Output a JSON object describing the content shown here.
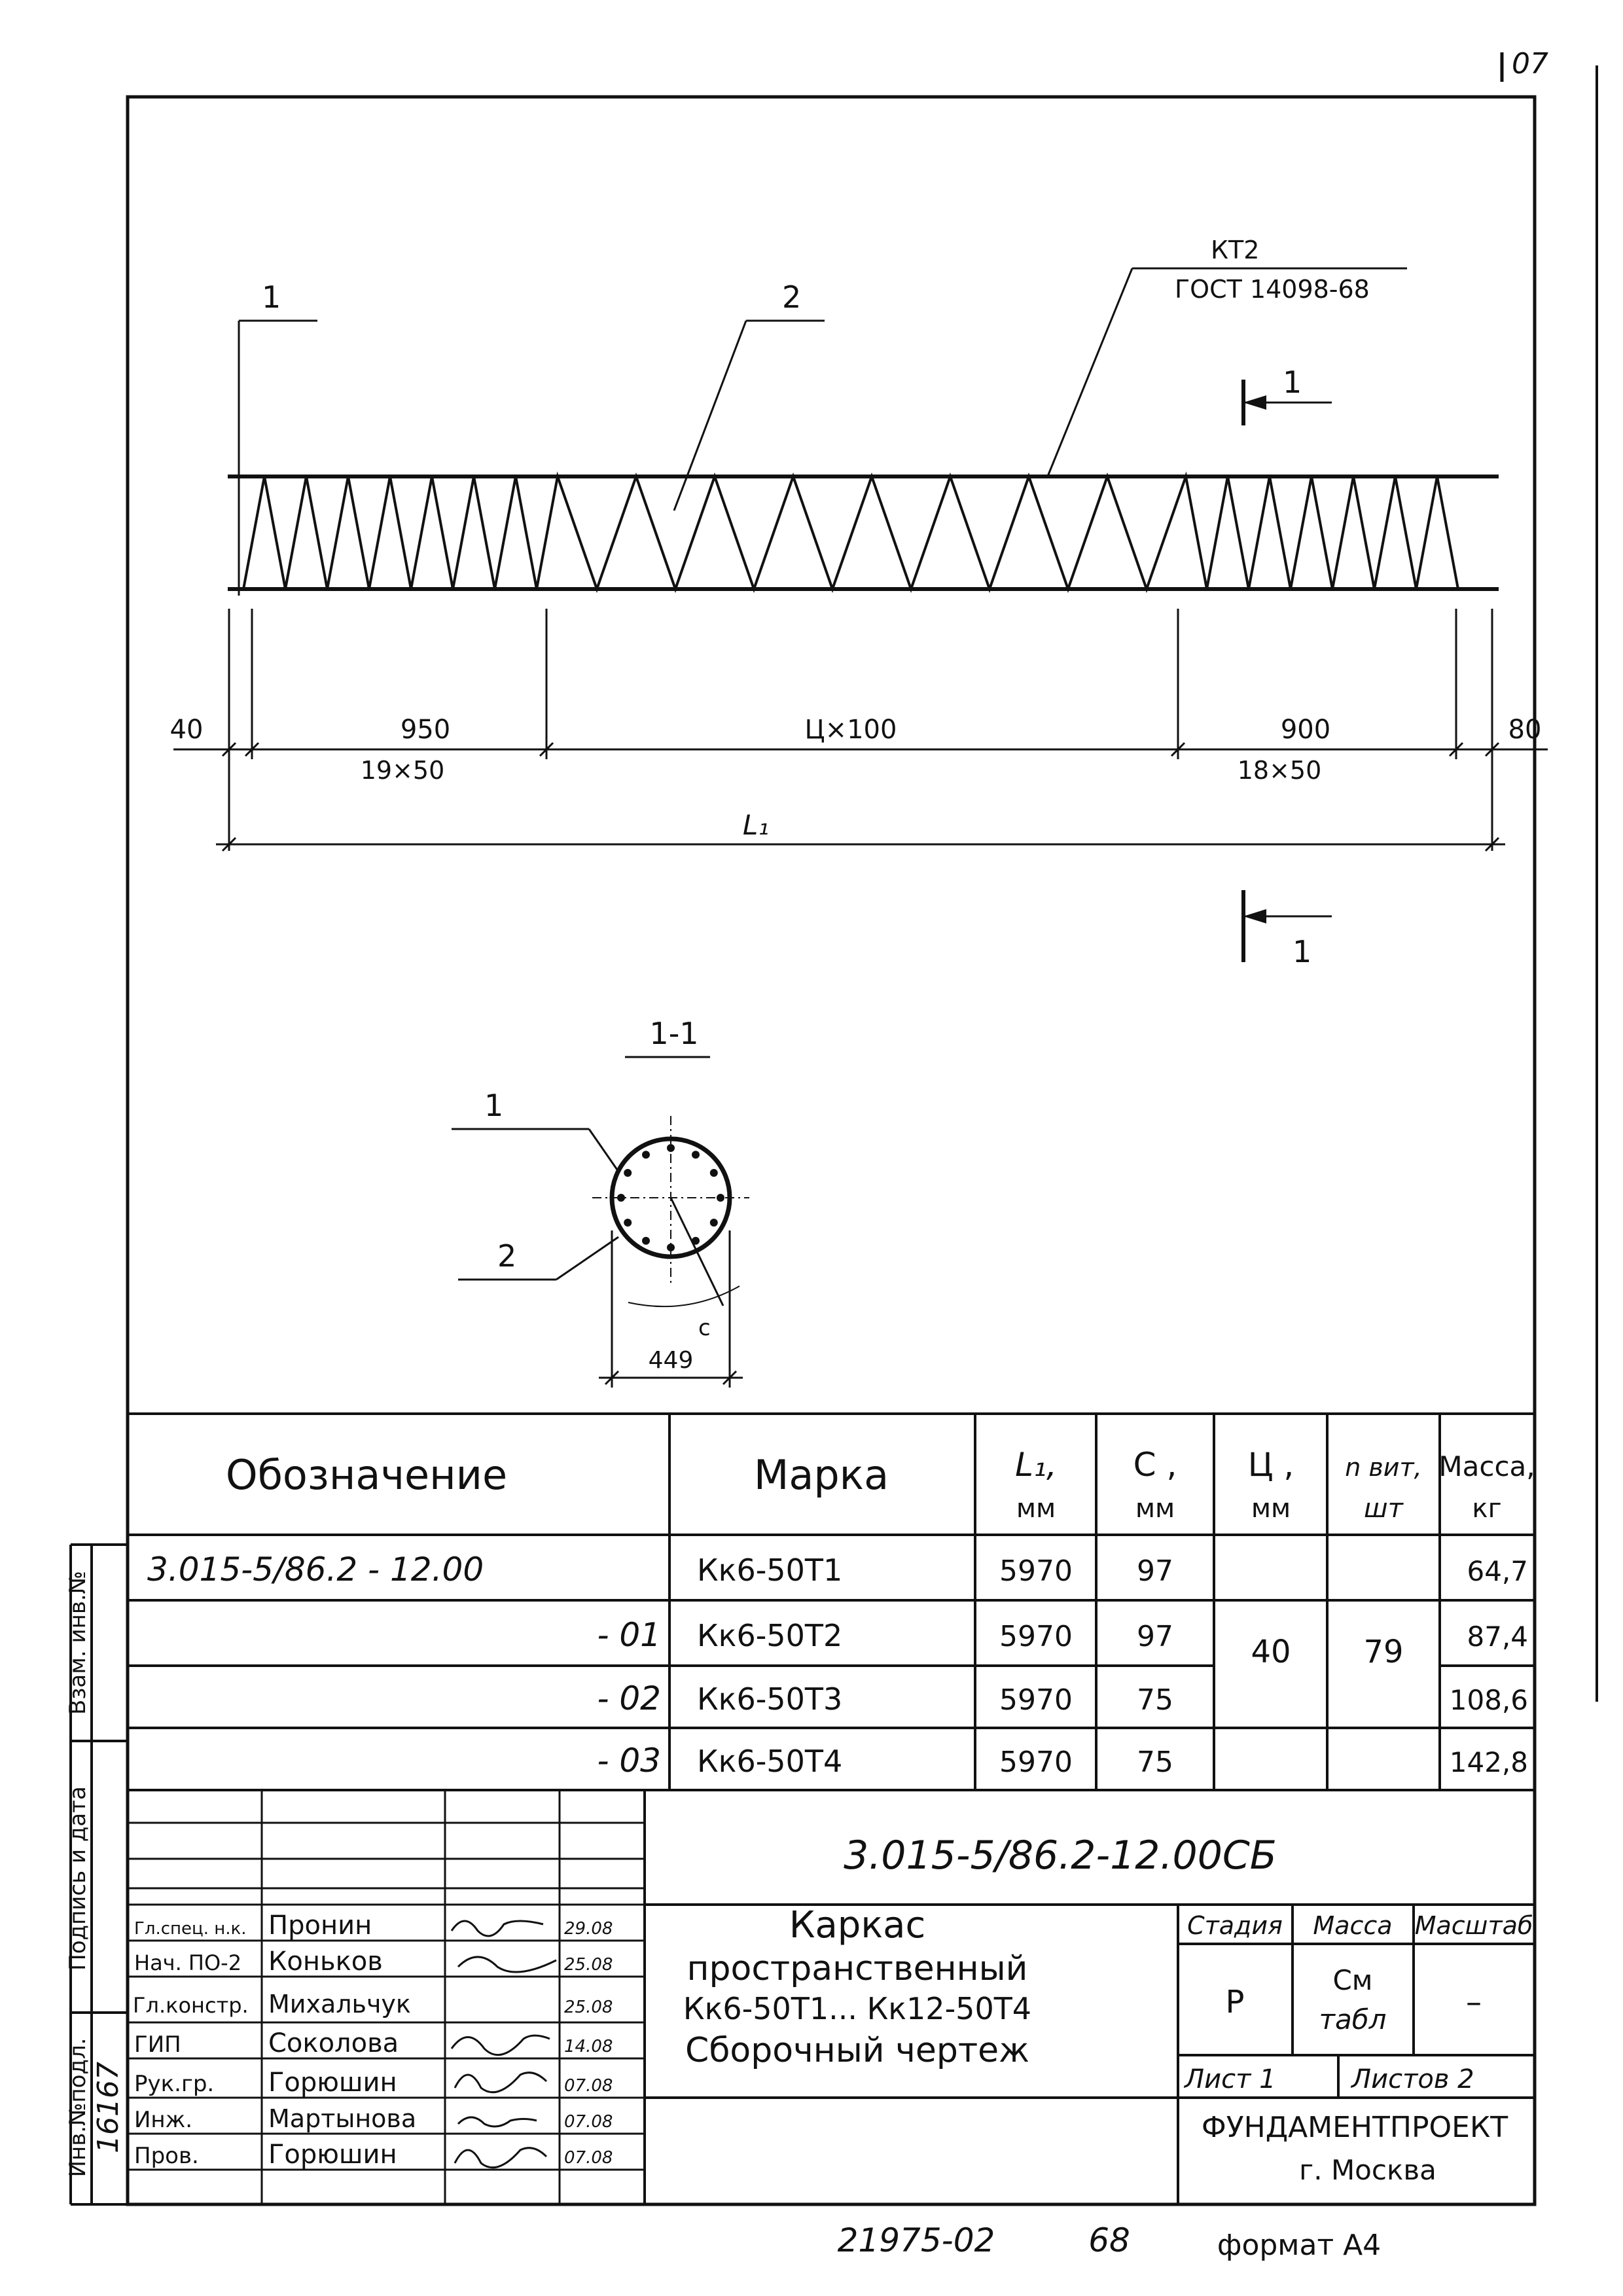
{
  "page_number": "07",
  "drawing": {
    "callout_1": "1",
    "callout_2": "2",
    "weld_label": "КТ2",
    "weld_standard": "ГОСТ 14098-68",
    "section_marker": "1",
    "dim_left_end": "40",
    "dim_left_span": "950",
    "dim_left_span_note": "19×50",
    "dim_middle": "Ц×100",
    "dim_right_span": "900",
    "dim_right_span_note": "18×50",
    "dim_right_end": "80",
    "overall_length_label": "L₁",
    "section_title": "1-1",
    "section_callout_1": "1",
    "section_callout_2": "2",
    "section_c_label": "с",
    "section_diameter": "449"
  },
  "spec_table": {
    "headers": {
      "designation": "Обозначение",
      "mark": "Марка",
      "L1": "L₁,",
      "L1_unit": "мм",
      "C": "С ,",
      "C_unit": "мм",
      "Ts": "Ц ,",
      "Ts_unit": "мм",
      "n": "n вит,",
      "n_unit": "шт",
      "mass": "Масса,",
      "mass_unit": "кг"
    },
    "rows": [
      {
        "designation": "3.015-5/86.2 - 12.00",
        "mark": "Кк6-50Т1",
        "L1": "5970",
        "C": "97",
        "mass": "64,7"
      },
      {
        "designation": "- 01",
        "mark": "Кк6-50Т2",
        "L1": "5970",
        "C": "97",
        "mass": "87,4"
      },
      {
        "designation": "- 02",
        "mark": "Кк6-50Т3",
        "L1": "5970",
        "C": "75",
        "mass": "108,6"
      },
      {
        "designation": "- 03",
        "mark": "Кк6-50Т4",
        "L1": "5970",
        "C": "75",
        "mass": "142,8"
      }
    ],
    "merged_Ts": "40",
    "merged_n": "79"
  },
  "title_block": {
    "doc_code": "3.015-5/86.2-12.00СБ",
    "title_lines": [
      "Каркас",
      "пространственный",
      "Кк6-50Т1... Кк12-50Т4",
      "Сборочный чертеж"
    ],
    "stage_label": "Стадия",
    "mass_label": "Масса",
    "scale_label": "Масштаб",
    "stage_value": "Р",
    "mass_value_1": "См",
    "mass_value_2": "табл",
    "scale_value": "–",
    "sheet_label": "Лист 1",
    "sheets_label": "Листов 2",
    "org_name": "ФУНДАМЕНТПРОЕКТ",
    "org_city": "г. Москва",
    "staff": [
      {
        "role": "Гл.спец. н.к.",
        "name": "Пронин",
        "date": "29.08"
      },
      {
        "role": "Нач. ПО-2",
        "name": "Коньков",
        "date": "25.08"
      },
      {
        "role": "Гл.констр.",
        "name": "Михальчук",
        "date": "25.08"
      },
      {
        "role": "ГИП",
        "name": "Соколова",
        "date": "14.08"
      },
      {
        "role": "Рук.гр.",
        "name": "Горюшин",
        "date": "07.08"
      },
      {
        "role": "Инж.",
        "name": "Мартынова",
        "date": "07.08"
      },
      {
        "role": "Пров.",
        "name": "Горюшин",
        "date": "07.08"
      }
    ]
  },
  "side_stamp": {
    "vzam": "Взам. инв.№",
    "podpis": "Подпись и дата",
    "inv": "Инв.№подл.",
    "inv_number": "16167"
  },
  "footer": {
    "archive_number": "21975-02",
    "sheet_no": "68",
    "format": "формат А4"
  }
}
